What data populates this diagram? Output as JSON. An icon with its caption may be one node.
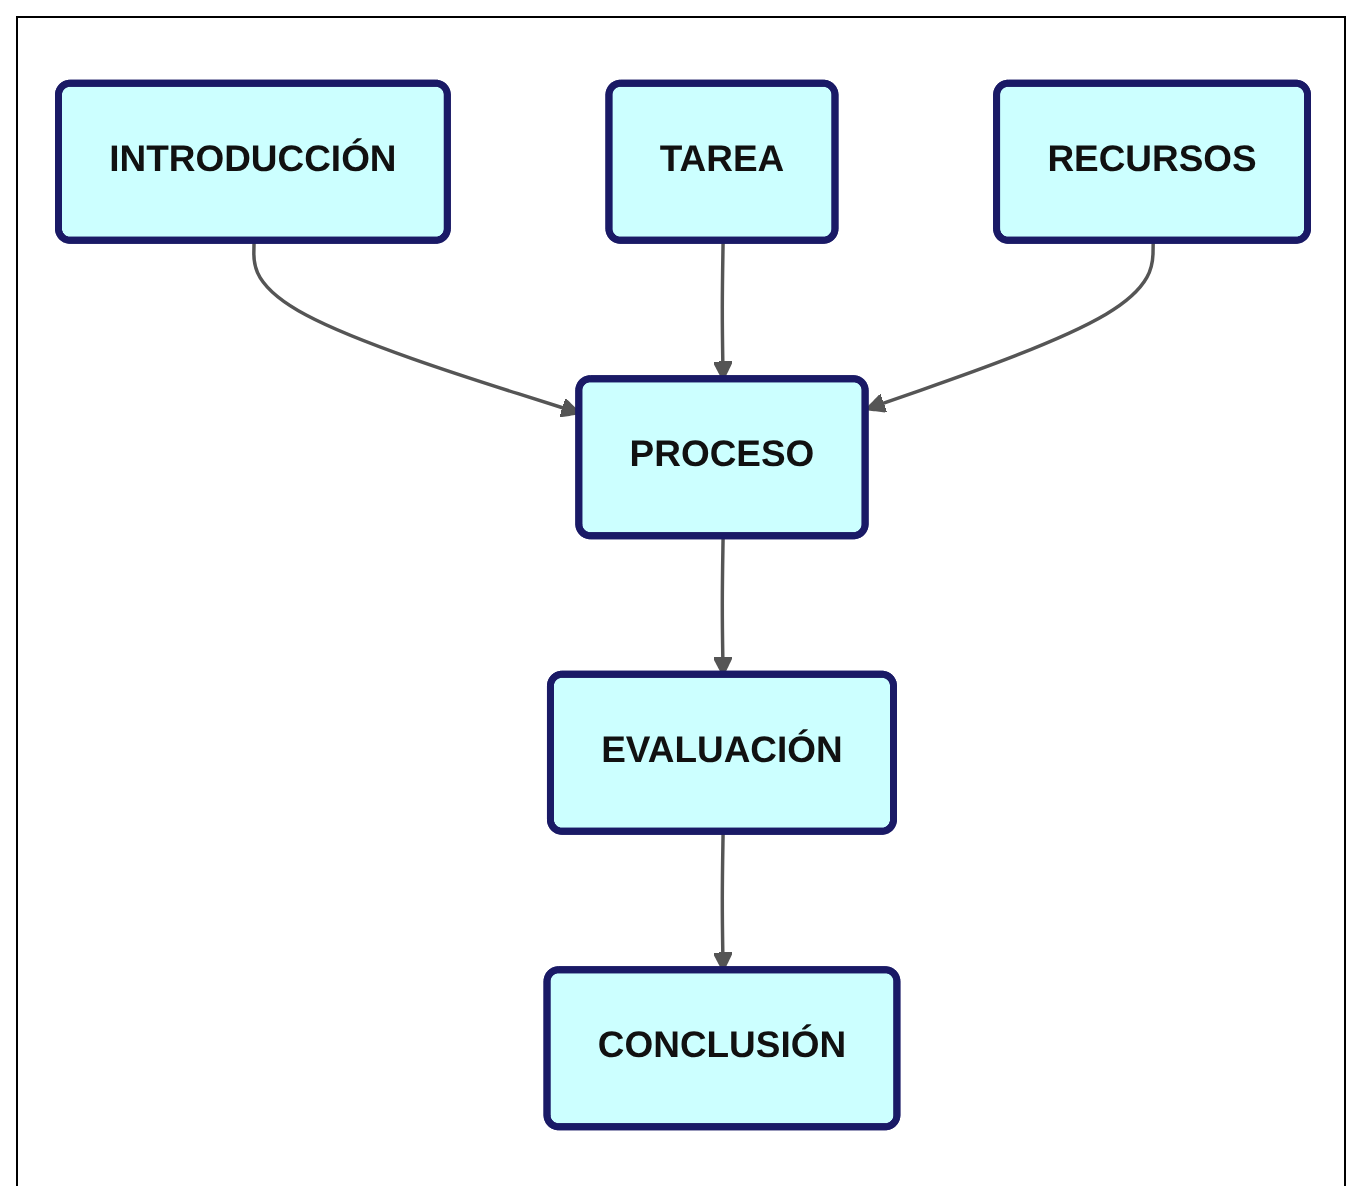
{
  "diagram": {
    "nodes": [
      {
        "text": [
          "INTRODUCCIÓN"
        ]
      },
      {
        "text": [
          "TAREA"
        ]
      },
      {
        "text": [
          "PROCESO"
        ]
      },
      {
        "text": [
          "RECURSOS"
        ]
      },
      {
        "text": [
          "EVALUACIÓN"
        ]
      },
      {
        "text": [
          "CONCLUSIÓN"
        ]
      }
    ],
    "edges": [
      {
        "from": 0,
        "to": 2,
        "arrow": "to"
      },
      {
        "from": 1,
        "to": 2,
        "arrow": "to"
      },
      {
        "from": 3,
        "to": 2,
        "arrow": "to"
      },
      {
        "from": 2,
        "to": 4,
        "arrow": "to"
      },
      {
        "from": 4,
        "to": 5,
        "arrow": "to"
      }
    ]
  }
}
